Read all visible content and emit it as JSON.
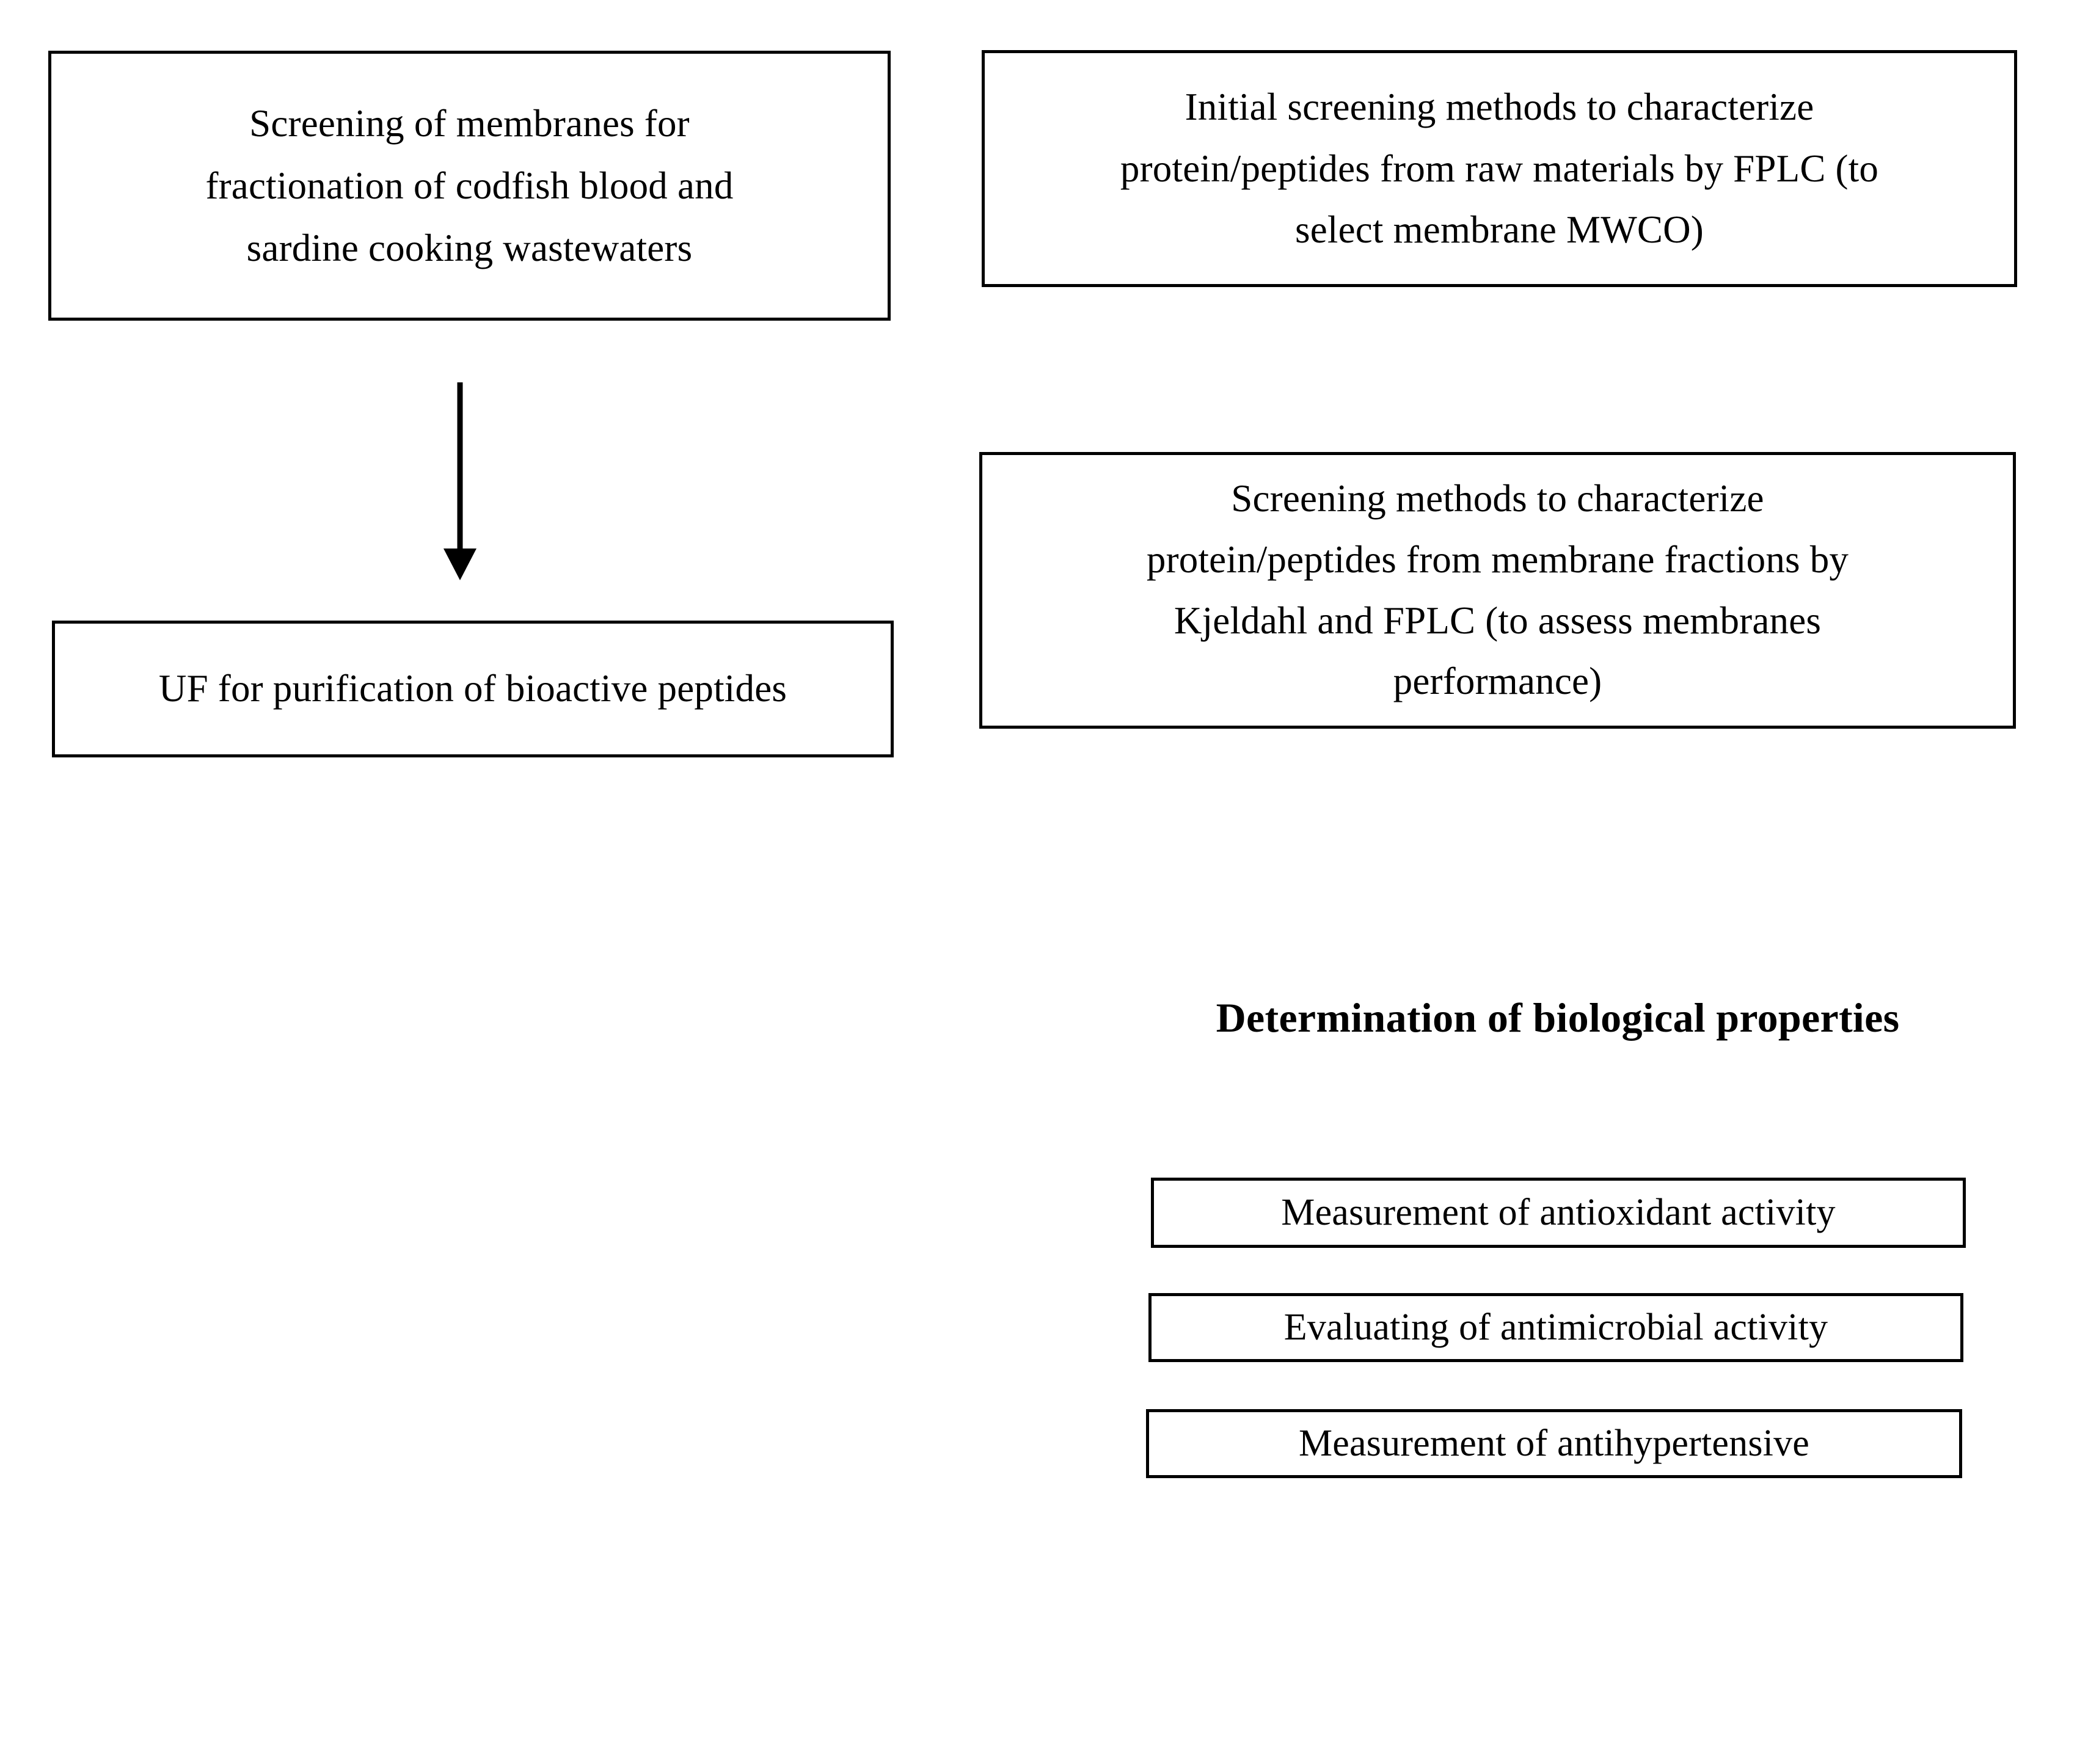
{
  "diagram": {
    "title": "Screening of membranes for fractionation of codfish blood and sardine cooking wastewaters",
    "background_color": "#ffffff",
    "line_color": "#000000",
    "nodes": {
      "screening_membranes": "Screening of membranes for\nfractionation of codfish blood and\nsardine cooking wastewaters",
      "initial_screening": "Initial screening methods to characterize\nprotein/peptides from raw materials by FPLC (to\nselect membrane MWCO)",
      "uf_purification": "UF for purification of bioactive peptides",
      "screening_methods": "Screening methods to characterize\nprotein/peptides from membrane fractions by\nKjeldahl and FPLC (to assess membranes\nperformance)"
    },
    "biological_properties": {
      "heading": "Determination of biological properties",
      "items": [
        "Measurement of antioxidant activity",
        "Evaluating of antimicrobial activity",
        "Measurement of antihypertensive"
      ]
    },
    "connectors": [
      {
        "name": "screening-to-uf",
        "from": "screening_membranes",
        "to": "uf_purification",
        "direction": "down",
        "style": "solid-filled-arrowhead"
      }
    ]
  }
}
